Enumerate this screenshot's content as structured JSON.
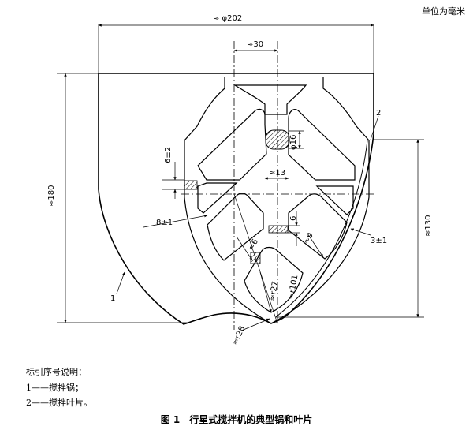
{
  "unit_note": "单位为毫米",
  "dimensions": {
    "pot_diameter": "≈ φ202",
    "center_width": "≈30",
    "pot_height": "≈180",
    "blade_height": "≈130",
    "slot_height": "6±2",
    "hub_diameter": "φ16",
    "inner_width": "≈13",
    "blade_offset": "8±1",
    "rib_6": "6",
    "rib_approx_6": "≈6",
    "rib_9": "≈9",
    "gap_3": "3±1",
    "radius_27": "≈r27",
    "radius_101": "≈r101",
    "radius_28": "≈r28"
  },
  "callouts": {
    "pot": "1",
    "blade": "2"
  },
  "legend": {
    "title": "标引序号说明：",
    "item1": "1——搅拌锅；",
    "item2": "2——搅拌叶片。"
  },
  "caption": {
    "number": "图 1",
    "title": "行星式搅拌机的典型锅和叶片"
  }
}
